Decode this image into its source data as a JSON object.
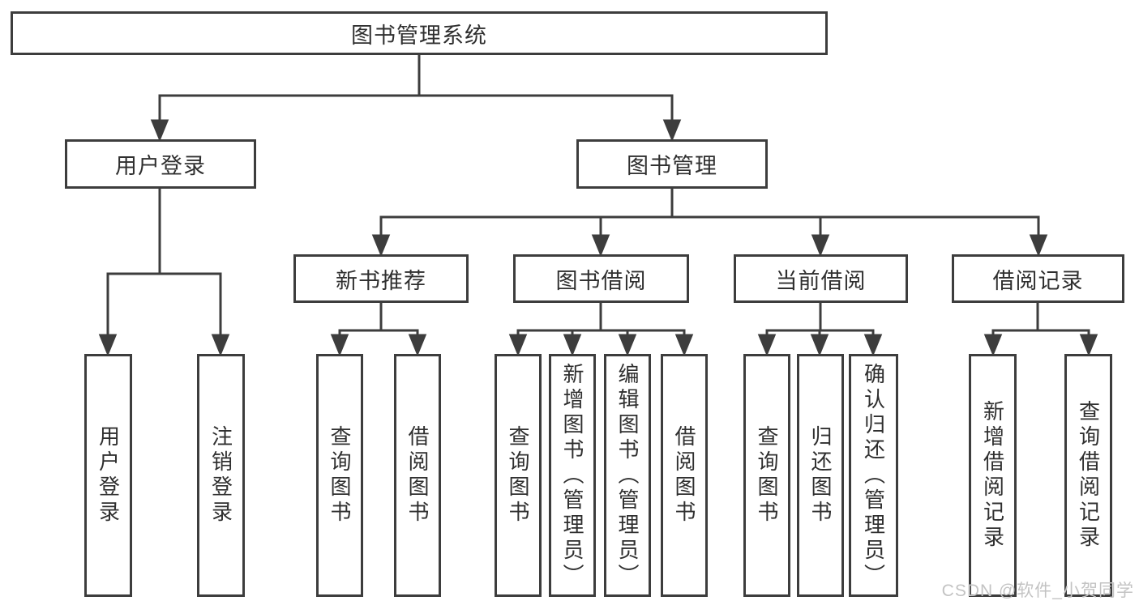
{
  "tree": {
    "root": "图书管理系统",
    "level2": [
      "用户登录",
      "图书管理"
    ],
    "level3": [
      "新书推荐",
      "图书借阅",
      "当前借阅",
      "借阅记录"
    ],
    "leaves": [
      "用户登录",
      "注销登录",
      "查询图书",
      "借阅图书",
      "查询图书",
      "新增图书（管理员）",
      "编辑图书（管理员）",
      "借阅图书",
      "查询图书",
      "归还图书",
      "确认归还（管理员）",
      "新增借阅记录",
      "查询借阅记录"
    ]
  },
  "watermark": "CSDN @软件_小贺同学",
  "colors": {
    "line": "#3d3d3d",
    "box_border": "#3d3d3d",
    "text": "#2f2f2f",
    "watermark": "#c3c3c3",
    "background": "#ffffff"
  }
}
